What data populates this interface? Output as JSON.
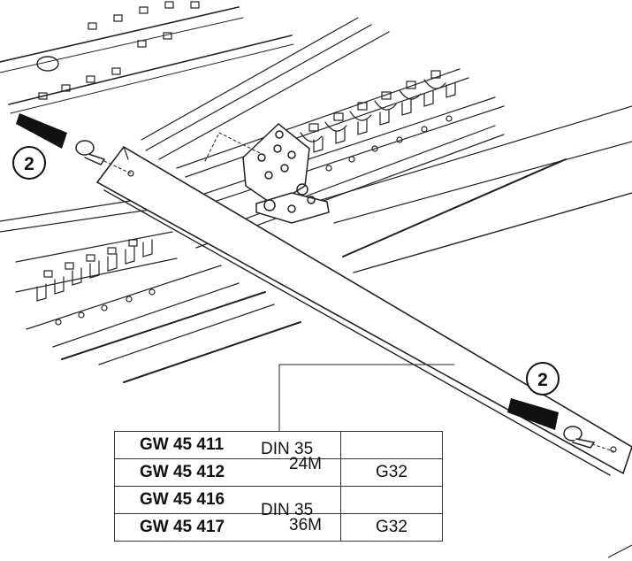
{
  "callouts": [
    {
      "label": "2"
    },
    {
      "label": "2"
    }
  ],
  "table": {
    "rows": [
      {
        "code": "GW 45 411",
        "right": ""
      },
      {
        "code": "GW 45 412",
        "right": "G32"
      },
      {
        "code": "GW 45 416",
        "right": ""
      },
      {
        "code": "GW 45 417",
        "right": "G32"
      }
    ],
    "groups": [
      {
        "line1": "DIN 35",
        "line2": "24M"
      },
      {
        "line1": "DIN 35",
        "line2": "36M"
      }
    ]
  }
}
